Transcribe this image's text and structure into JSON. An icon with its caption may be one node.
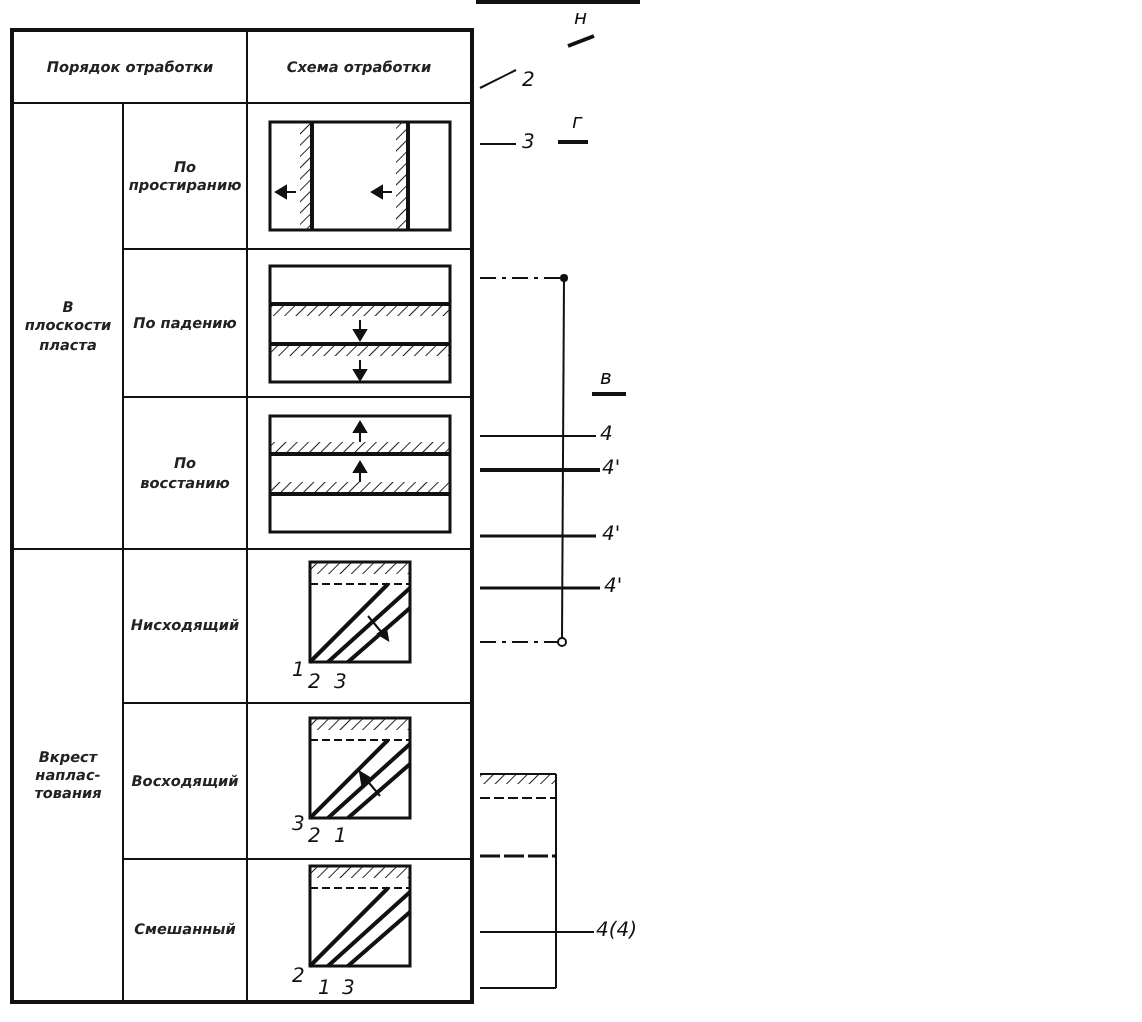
{
  "diagram": {
    "labels": [
      "Порядок отработки",
      "Схема отработки",
      "В плоскости пласта",
      "По простиранию",
      "По падению",
      "По восстанию",
      "Вкрест наплас-тования",
      "Нисходящий",
      "Восходящий",
      "Смешанный",
      "1",
      "2",
      "3",
      "3",
      "2",
      "1",
      "2",
      "1",
      "3",
      "н",
      "2",
      "3",
      "г",
      "в",
      "4",
      "4'",
      "4'",
      "4'",
      "4(4)"
    ]
  }
}
